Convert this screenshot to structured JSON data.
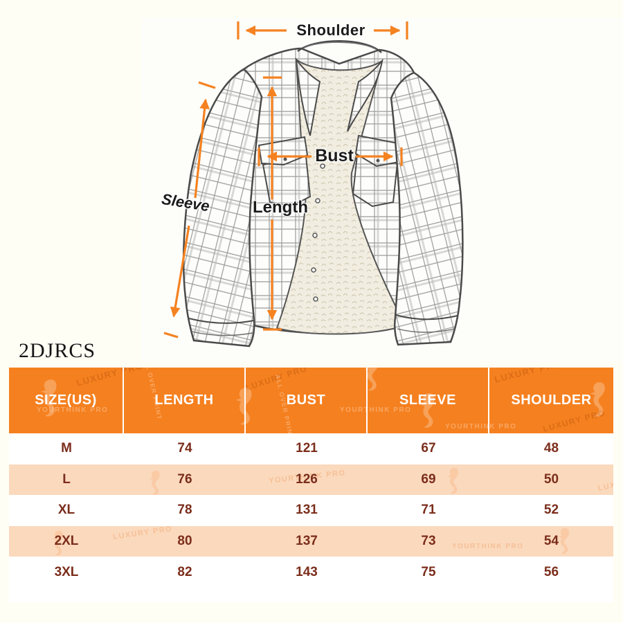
{
  "product_code": "2DJRCS",
  "diagram": {
    "shoulder_label": "Shoulder",
    "bust_label": "Bust",
    "length_label": "Length",
    "sleeve_label": "Sleeve"
  },
  "watermarks": {
    "brand1": "YOURTHINK PRO",
    "brand2": "LUXURY PRO",
    "brand3": "ALL OVER PRINT"
  },
  "colors": {
    "accent_orange": "#F58220",
    "header_bg": "#F5801F",
    "alt_row_bg": "#FBD9BD",
    "cell_text": "#7B2D1B",
    "page_bg": "#FFFEF5"
  },
  "size_table": {
    "headers": [
      "SIZE(US)",
      "LENGTH",
      "BUST",
      "SLEEVE",
      "SHOULDER"
    ],
    "rows": [
      {
        "cells": [
          "M",
          "74",
          "121",
          "67",
          "48"
        ]
      },
      {
        "cells": [
          "L",
          "76",
          "126",
          "69",
          "50"
        ]
      },
      {
        "cells": [
          "XL",
          "78",
          "131",
          "71",
          "52"
        ]
      },
      {
        "cells": [
          "2XL",
          "80",
          "137",
          "73",
          "54"
        ]
      },
      {
        "cells": [
          "3XL",
          "82",
          "143",
          "75",
          "56"
        ]
      }
    ]
  },
  "chart_data": {
    "type": "table",
    "title": "2DJRCS",
    "columns": [
      "SIZE(US)",
      "LENGTH",
      "BUST",
      "SLEEVE",
      "SHOULDER"
    ],
    "rows": [
      [
        "M",
        74,
        121,
        67,
        48
      ],
      [
        "L",
        76,
        126,
        69,
        50
      ],
      [
        "XL",
        78,
        131,
        71,
        52
      ],
      [
        "2XL",
        80,
        137,
        73,
        54
      ],
      [
        "3XL",
        82,
        143,
        75,
        56
      ]
    ]
  }
}
